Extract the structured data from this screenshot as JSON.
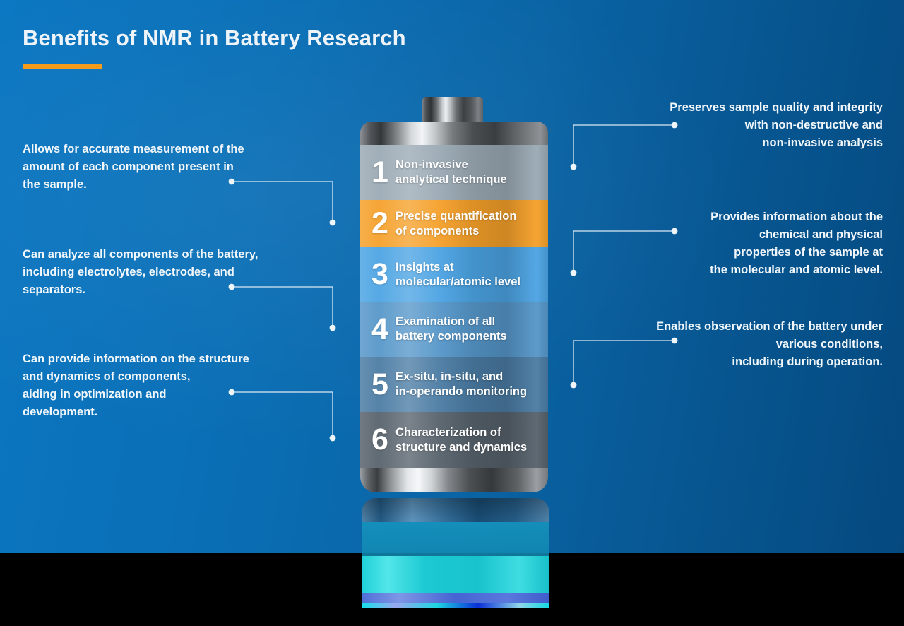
{
  "header": {
    "title": "Benefits of NMR in Battery Research",
    "accent_color": "#f59b1c"
  },
  "theme": {
    "bg_left": "#0b77c2",
    "bg_right": "#05497f",
    "connector_color": "#dce9f4",
    "text_color": "#f2f7fb"
  },
  "battery": {
    "name": "battery-graphic",
    "cells": [
      {
        "number": "1",
        "label": "Non-invasive\nanalytical technique",
        "line1": "Non-invasive",
        "line2": "analytical technique",
        "color": "#9aa9b4",
        "height": 78
      },
      {
        "number": "2",
        "label": "Precise quantification\nof components",
        "line1": "Precise quantification",
        "line2": "of components",
        "color": "#f5a029",
        "height": 67
      },
      {
        "number": "3",
        "label": "Insights at\nmolecular/atomic level",
        "line1": "Insights at",
        "line2": "molecular/atomic level",
        "color": "#4ba3e3",
        "height": 77
      },
      {
        "number": "4",
        "label": "Examination of all\nbattery components",
        "line1": "Examination of all",
        "line2": "battery components",
        "color": "#5596c9",
        "height": 78
      },
      {
        "number": "5",
        "label": "Ex-situ, in-situ, and\nin-operando monitoring",
        "line1": "Ex-situ, in-situ, and",
        "line2": "in-operando monitoring",
        "color": "#4a7ba3",
        "height": 78
      },
      {
        "number": "6",
        "label": "Characterization of\nstructure and dynamics",
        "line1": "Characterization of",
        "line2": "structure and dynamics",
        "color": "#56616b",
        "height": 79
      }
    ]
  },
  "annotations": {
    "left": [
      {
        "name": "note-accurate-measurement",
        "text": "Allows for accurate measurement of the amount of each component present in the sample.",
        "lines": [
          "Allows for accurate measurement of the",
          "amount of each component present in",
          "the sample."
        ]
      },
      {
        "name": "note-analyze-components",
        "text": "Can analyze all components of the battery, including electrolytes, electrodes, and separators.",
        "lines": [
          "Can analyze all components of the battery,",
          "including electrolytes, electrodes, and",
          "separators."
        ]
      },
      {
        "name": "note-structure-dynamics",
        "text": "Can provide information on the structure and dynamics of components, aiding in optimization and development.",
        "lines": [
          "Can provide information on the structure",
          "and dynamics of components,",
          "aiding in optimization and",
          "development."
        ]
      }
    ],
    "right": [
      {
        "name": "note-preserves-sample",
        "text": "Preserves sample quality and integrity with non-destructive and non-invasive analysis",
        "lines": [
          "Preserves sample quality and integrity",
          "with non-destructive and",
          "non-invasive analysis"
        ]
      },
      {
        "name": "note-chemical-physical",
        "text": "Provides information about the chemical and physical properties of the sample at the molecular and atomic level.",
        "lines": [
          "Provides information about the",
          "chemical and physical",
          "properties of the sample at",
          "the molecular and atomic level."
        ]
      },
      {
        "name": "note-observation-conditions",
        "text": "Enables observation of the battery under various conditions, including during operation.",
        "lines": [
          "Enables observation of the battery under",
          "various conditions,",
          "including during operation."
        ]
      }
    ]
  }
}
